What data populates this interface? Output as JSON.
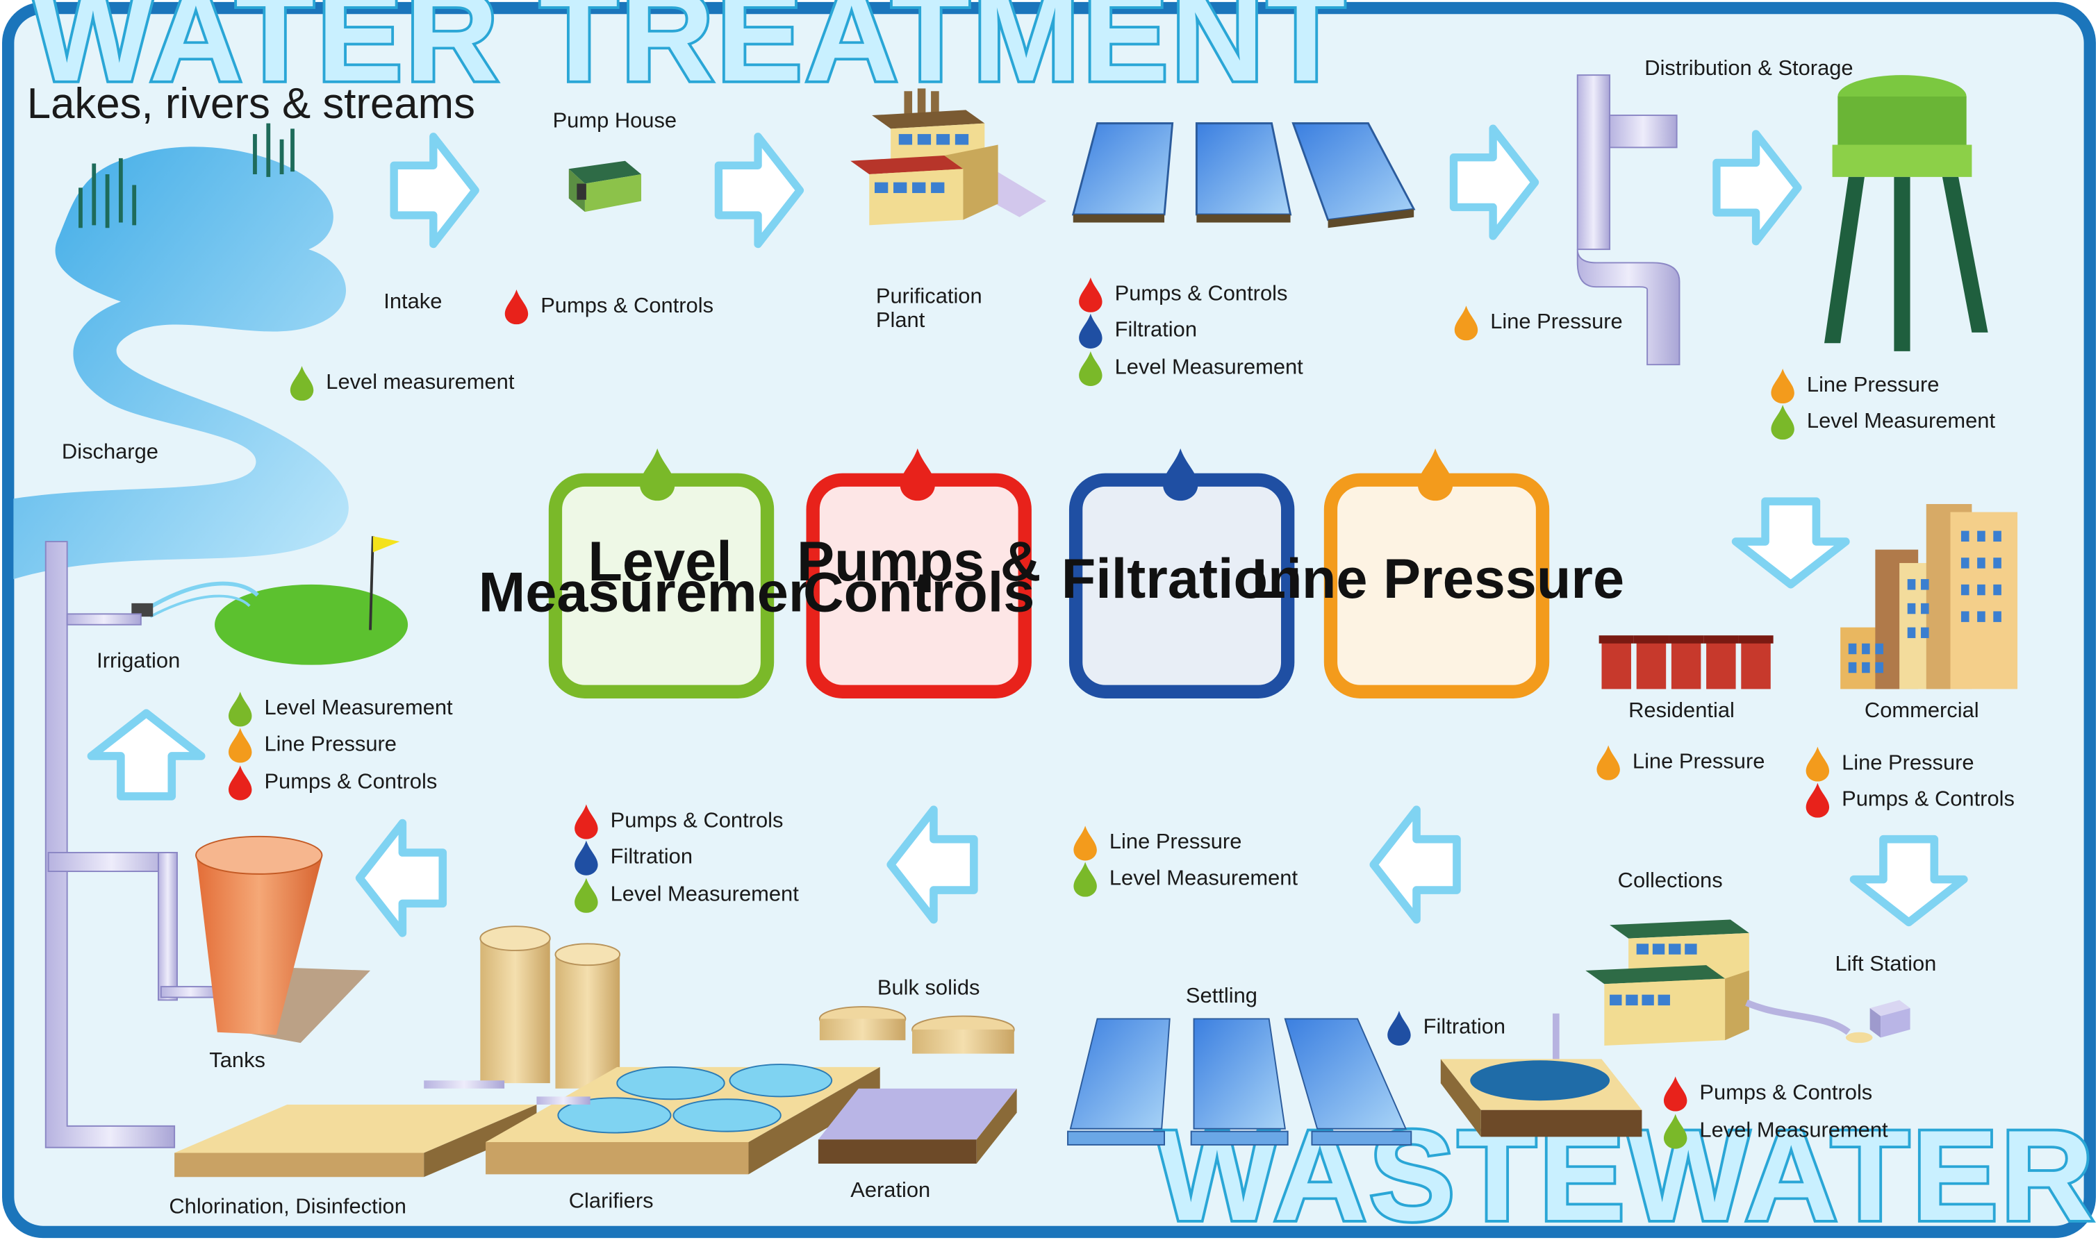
{
  "titles": {
    "water": "WATER TREATMENT",
    "wastewater": "WASTEWATER TREATMENT"
  },
  "colors": {
    "level": "#7ab929",
    "pumps": "#e8221b",
    "filtration": "#1f4fa3",
    "pressure": "#f39b1c",
    "frame": "#1b75bb",
    "arrow": "#7fd3f2"
  },
  "stages": {
    "lakes": "Lakes, rivers & streams",
    "intake": "Intake",
    "pump_house": "Pump House",
    "purification_1": "Purification",
    "purification_2": "Plant",
    "distribution": "Distribution & Storage",
    "discharge": "Discharge",
    "irrigation": "Irrigation",
    "tanks": "Tanks",
    "chlorination": "Chlorination, Disinfection",
    "clarifiers": "Clarifiers",
    "aeration": "Aeration",
    "bulk_solids": "Bulk solids",
    "settling": "Settling",
    "collections": "Collections",
    "lift_station": "Lift Station",
    "residential": "Residential",
    "commercial": "Commercial"
  },
  "measurements": {
    "intake_pumps": "Pumps & Controls",
    "intake_level": "Level measurement",
    "pur_pumps": "Pumps & Controls",
    "pur_filtration": "Filtration",
    "pur_level": "Level Measurement",
    "pipe_pressure": "Line Pressure",
    "tower_pressure": "Line Pressure",
    "tower_level": "Level Measurement",
    "irr_level": "Level Measurement",
    "irr_pressure": "Line Pressure",
    "irr_pumps": "Pumps & Controls",
    "clar_pumps": "Pumps & Controls",
    "clar_filtration": "Filtration",
    "clar_level": "Level Measurement",
    "set_pressure": "Line Pressure",
    "set_level": "Level Measurement",
    "set_filtration": "Filtration",
    "res_pressure": "Line Pressure",
    "com_pressure": "Line Pressure",
    "com_pumps": "Pumps & Controls",
    "col_pumps": "Pumps & Controls",
    "col_level": "Level Measurement"
  },
  "legend": {
    "level": "Level Measurement",
    "pumps": "Pumps & Controls",
    "filtration": "Filtration",
    "pressure": "Line Pressure"
  }
}
